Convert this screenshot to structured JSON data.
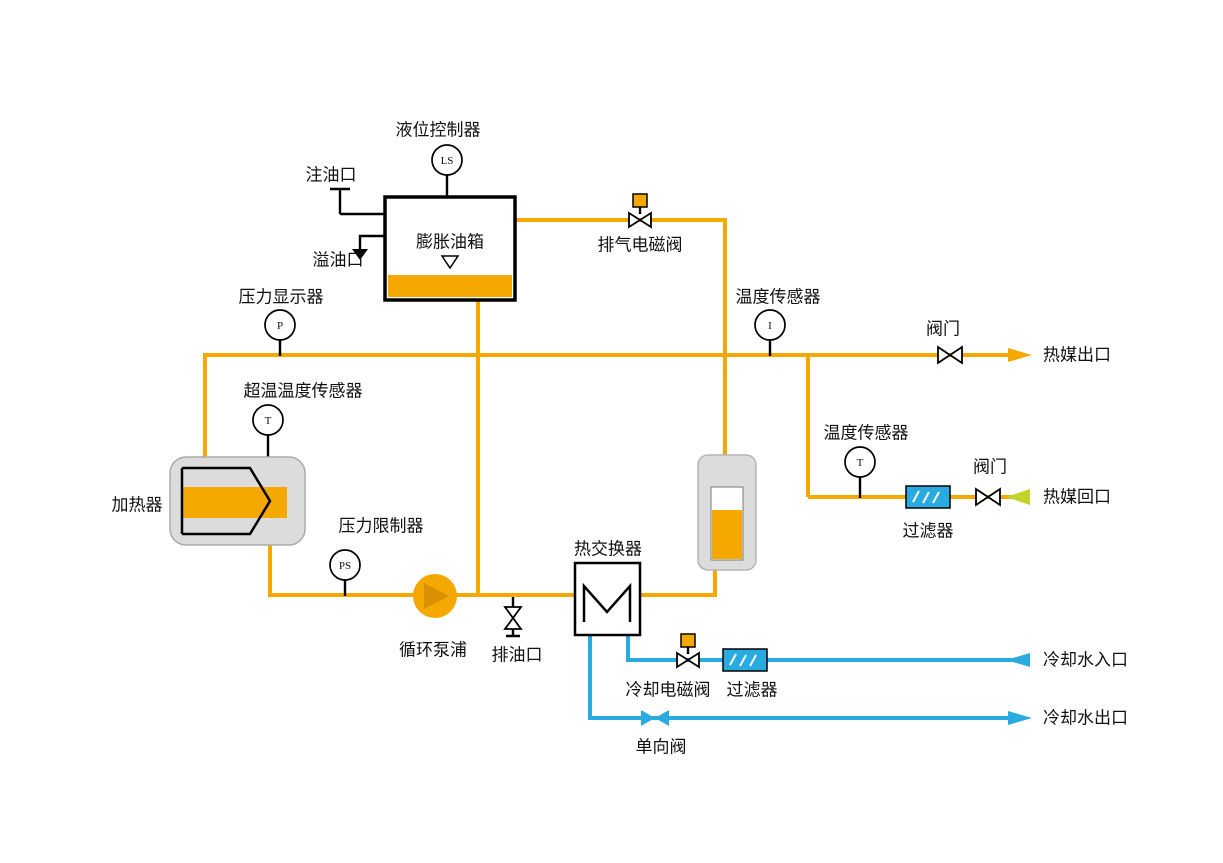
{
  "diagram": {
    "type": "process-piping-diagram",
    "components": {
      "level_controller": {
        "label": "液位控制器",
        "tag": "LS"
      },
      "oil_fill_port": {
        "label": "注油口"
      },
      "oil_overflow_port": {
        "label": "溢油口"
      },
      "expansion_tank": {
        "label": "膨胀油箱"
      },
      "exhaust_solenoid_valve": {
        "label": "排气电磁阀"
      },
      "outlet_temperature_sensor": {
        "label": "温度传感器",
        "tag": "I"
      },
      "pressure_display": {
        "label": "压力显示器",
        "tag": "P"
      },
      "outlet_valve": {
        "label": "阀门"
      },
      "heat_medium_outlet": {
        "label": "热媒出口"
      },
      "overtemp_sensor": {
        "label": "超温温度传感器",
        "tag": "T"
      },
      "heater": {
        "label": "加热器"
      },
      "pressure_limiter": {
        "label": "压力限制器",
        "tag": "PS"
      },
      "return_temperature_sensor": {
        "label": "温度传感器",
        "tag": "T"
      },
      "return_valve": {
        "label": "阀门"
      },
      "return_filter": {
        "label": "过滤器"
      },
      "heat_medium_return": {
        "label": "热媒回口"
      },
      "heat_exchanger": {
        "label": "热交换器"
      },
      "circulation_pump": {
        "label": "循环泵浦"
      },
      "oil_drain_port": {
        "label": "排油口"
      },
      "cooling_solenoid_valve": {
        "label": "冷却电磁阀"
      },
      "cooling_filter": {
        "label": "过滤器"
      },
      "cooling_water_inlet": {
        "label": "冷却水入口"
      },
      "cooling_water_outlet": {
        "label": "冷却水出口"
      },
      "check_valve": {
        "label": "单向阀"
      }
    },
    "colors": {
      "oil_line": "#F5A800",
      "cooling_line": "#29ABE2",
      "return_arrow": "#C3D32C",
      "equipment_gray": "#DCDCDC",
      "line_black": "#000000",
      "background": "#FFFFFF"
    }
  }
}
